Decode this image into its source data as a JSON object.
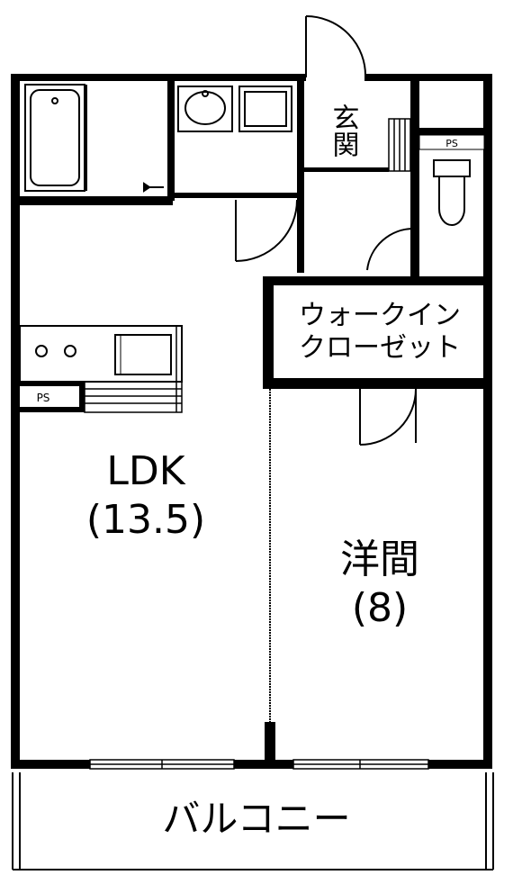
{
  "rooms": {
    "entrance": "玄関",
    "walk_in_closet_line1": "ウォークイン",
    "walk_in_closet_line2": "クローゼット",
    "ldk_name": "LDK",
    "ldk_size": "(13.5)",
    "western_room_name": "洋間",
    "western_room_size": "(8)",
    "balcony": "バルコニー"
  },
  "shafts": {
    "ps_toilet": "PS",
    "ps_kitchen": "PS"
  }
}
